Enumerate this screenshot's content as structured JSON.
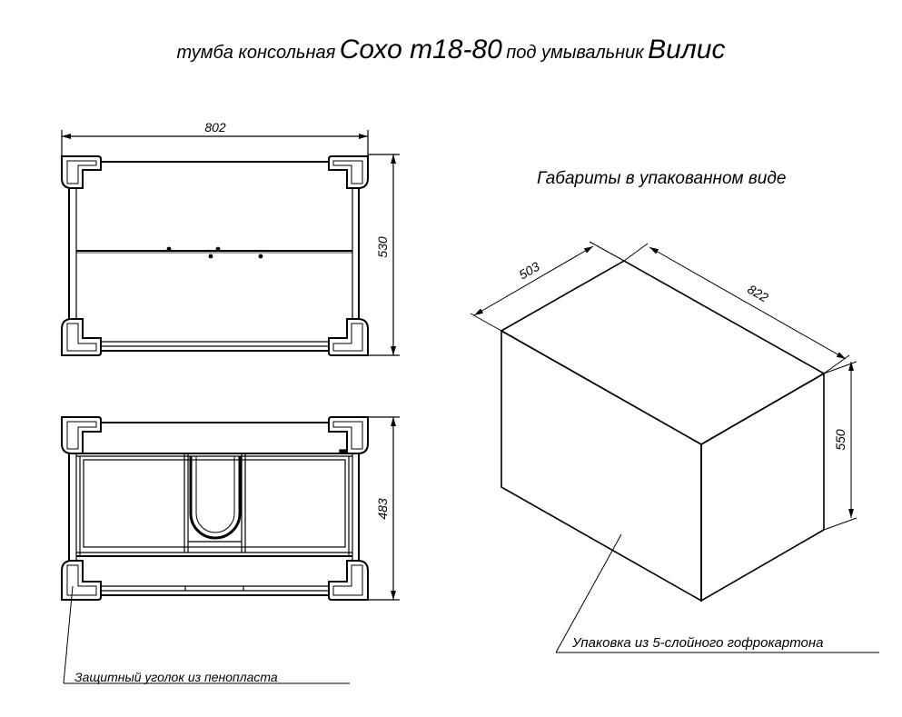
{
  "title": {
    "part1": "тумба консольная",
    "part2": "Сохо т18-80",
    "part3": "под умывальник",
    "part4": "Вилис"
  },
  "top_view": {
    "width_label": "802",
    "depth_label": "530"
  },
  "front_view": {
    "height_label": "483"
  },
  "foam_corner_label": "Защитный уголок из пенопласта",
  "package": {
    "heading": "Габариты в упакованном виде",
    "depth_label": "503",
    "width_label": "822",
    "height_label": "550",
    "material_label": "Упаковка из 5-слойного гофрокартона"
  }
}
